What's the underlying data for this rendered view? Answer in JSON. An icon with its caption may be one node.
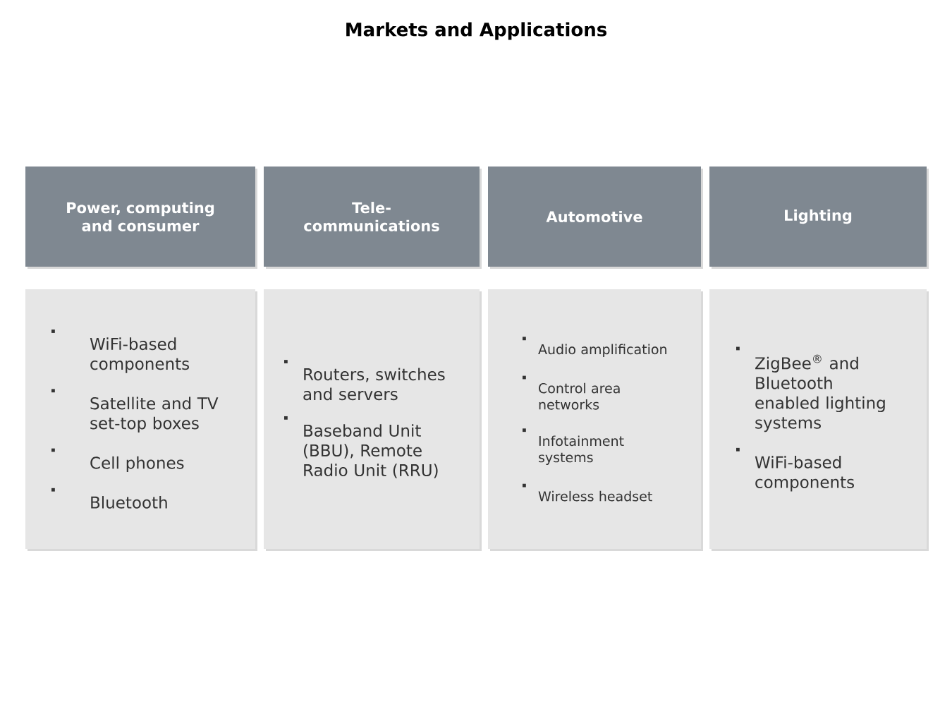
{
  "diagram": {
    "title": "Markets and Applications",
    "nodes": [
      {
        "text": [
          "Power, computing and consumer"
        ]
      },
      {
        "text": [
          "Tele- communications"
        ]
      },
      {
        "text": [
          "Automotive"
        ]
      },
      {
        "text": [
          "Lighting"
        ]
      },
      {
        "text": [
          "WiFi-based components",
          "Satellite and TV set-top boxes",
          "Cell phones",
          "Bluetooth"
        ]
      },
      {
        "text": [
          "Routers, switches and servers",
          "Baseband Unit (BBU), Remote Radio Unit (RRU)"
        ]
      },
      {
        "text": [
          "Audio amplification",
          "Control area networks",
          "Infotainment systems",
          "Wireless headset"
        ]
      },
      {
        "text": [
          "ZigBee$^{®}$ and Bluetooth enabled lighting systems",
          "WiFi-based components"
        ]
      }
    ]
  }
}
